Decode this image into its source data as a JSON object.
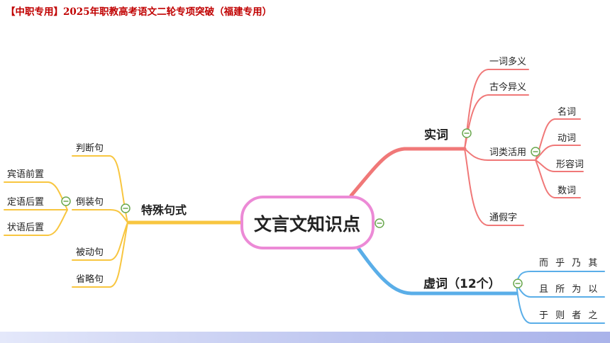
{
  "header": {
    "title": "【中职专用】2025年职教高考语文二轮专项突破（福建专用）"
  },
  "mindmap": {
    "center": "文言文知识点",
    "shici": {
      "label": "实词",
      "items": {
        "yiciduoyi": "一词多义",
        "gujinyiyi": "古今异义",
        "cileihuoyong": "词类活用",
        "tongjiazi": "通假字"
      },
      "huoyong": [
        "名词",
        "动词",
        "形容词",
        "数词"
      ]
    },
    "xuci": {
      "label": "虚词（12个）",
      "rows": [
        "而 乎 乃 其",
        "且 所 为 以",
        "于 则 者 之"
      ]
    },
    "teshu": {
      "label": "特殊句式",
      "items": {
        "panduan": "判断句",
        "daozhuang": "倒装句",
        "beidong": "被动句",
        "shenglue": "省略句"
      },
      "daozhuang_sub": [
        "宾语前置",
        "定语后置",
        "状语后置"
      ]
    },
    "colors": {
      "shici": "#f07878",
      "xuci": "#5aaee8",
      "teshu": "#f8c640",
      "center_border": "#ec8ad6",
      "collapse": "#6aa84f"
    }
  }
}
